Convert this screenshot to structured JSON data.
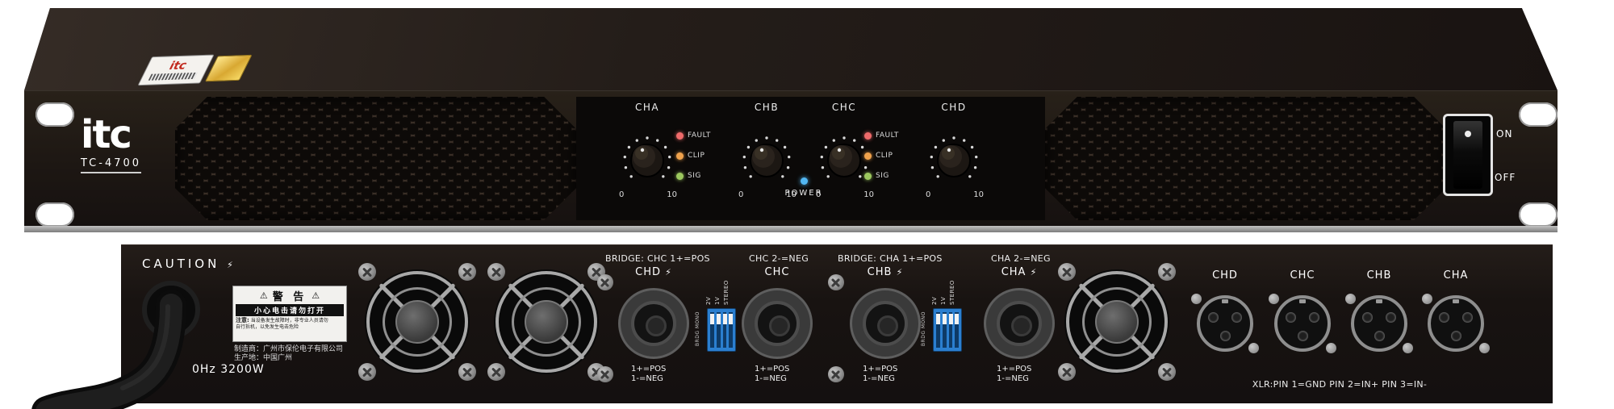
{
  "device": {
    "brand": "itc",
    "model": "TC-4700",
    "sticker_text": "itc"
  },
  "icons": {
    "bolt": "⚡",
    "warning": "⚠"
  },
  "colors": {
    "fault_led": "#ef6a6a",
    "clip_led": "#f0a24c",
    "sig_led": "#9cc85e",
    "power_led": "#52b7f2",
    "dip_blue": "#2b7fd0",
    "chassis": "#1d1713"
  },
  "front": {
    "channels": [
      {
        "label": "CHA",
        "min": "0",
        "max": "10"
      },
      {
        "label": "CHB",
        "min": "0",
        "max": "10"
      },
      {
        "label": "CHC",
        "min": "0",
        "max": "10"
      },
      {
        "label": "CHD",
        "min": "0",
        "max": "10"
      }
    ],
    "led_labels": [
      "FAULT",
      "CLIP",
      "SIG"
    ],
    "power_label": "POWER",
    "switch_on": "ON",
    "switch_off": "OFF"
  },
  "rear": {
    "caution": "CAUTION",
    "power_rating": "0Hz 3200W",
    "maker_line1": "制造商：广州市保伦电子有限公司",
    "maker_line2": "生产地：中国广州",
    "warning_label": {
      "title": "警 告",
      "subtitle": "小心电击请勿打开",
      "note": "注意:",
      "note_line1": "当设备发生故障时，非专业人员请勿",
      "note_line2": "自行拆机，以免发生电击危险"
    },
    "bridge_left_1": "BRIDGE: CHC 1+=POS",
    "bridge_right_1": "CHC 2-=NEG",
    "bridge_left_2": "BRIDGE: CHA 1+=POS",
    "bridge_right_2": "CHA 2-=NEG",
    "speakons": [
      {
        "label": "CHD",
        "pos": "1+=POS",
        "neg": "1-=NEG"
      },
      {
        "label": "CHC",
        "pos": "1+=POS",
        "neg": "1-=NEG"
      },
      {
        "label": "CHB",
        "pos": "1+=POS",
        "neg": "1-=NEG"
      },
      {
        "label": "CHA",
        "pos": "1+=POS",
        "neg": "1-=NEG"
      }
    ],
    "dip_labels": {
      "l1": "2V",
      "l2": "1V",
      "l3": "STEREO",
      "l4": "BRDG MONO"
    },
    "xlr_labels": [
      "CHD",
      "CHC",
      "CHB",
      "CHA"
    ],
    "xlr_note": "XLR:PIN 1=GND PIN 2=IN+ PIN 3=IN-"
  }
}
